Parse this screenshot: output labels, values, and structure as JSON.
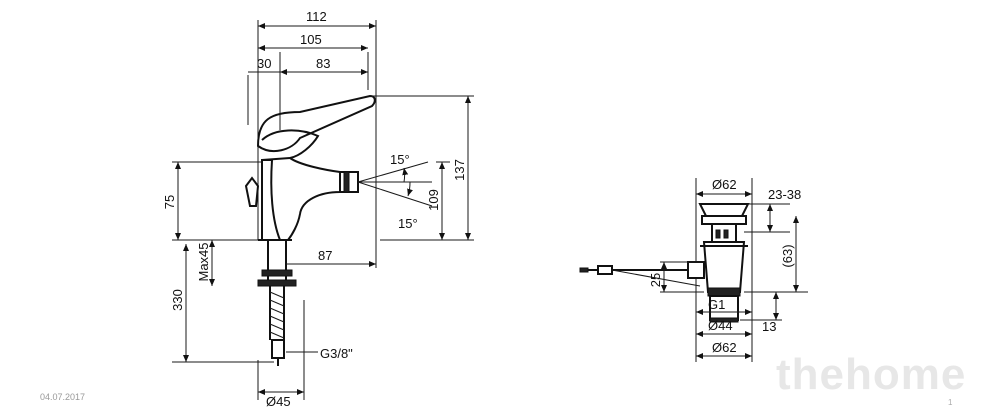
{
  "faucet": {
    "dim_112": "112",
    "dim_105": "105",
    "dim_30": "30",
    "dim_83": "83",
    "angle_upper": "15°",
    "angle_lower": "15°",
    "dim_109": "109",
    "dim_137": "137",
    "dim_75": "75",
    "dim_max45": "Max45",
    "dim_87": "87",
    "dim_330": "330",
    "thread": "G3/8\"",
    "dim_d45": "Ø45"
  },
  "drain": {
    "dim_d62_top": "Ø62",
    "dim_23_38": "23-38",
    "dim_63": "(63)",
    "dim_25": "25",
    "thread_g1": "G1",
    "dim_d44": "Ø44",
    "dim_13": "13",
    "dim_d62_bottom": "Ø62"
  },
  "footer": {
    "date": "04.07.2017",
    "page": "1",
    "logo": "thehome"
  }
}
